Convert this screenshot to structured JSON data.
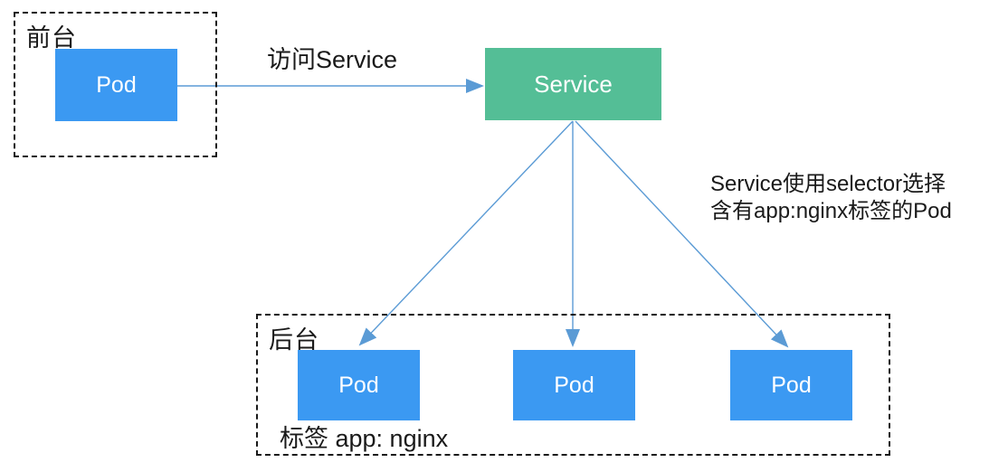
{
  "diagram": {
    "frontend": {
      "label": "前台",
      "pod_label": "Pod"
    },
    "access_label": "访问Service",
    "service_label": "Service",
    "selector_note": {
      "line1": "Service使用selector选择",
      "line2": "含有app:nginx标签的Pod"
    },
    "backend": {
      "label": "后台",
      "pods": [
        "Pod",
        "Pod",
        "Pod"
      ],
      "tag_label": "标签 app: nginx"
    }
  },
  "colors": {
    "pod": "#3b99f2",
    "service": "#54be96",
    "arrow": "#5b9bd5",
    "box_text": "#ffffff",
    "text": "#1a1a1a"
  }
}
